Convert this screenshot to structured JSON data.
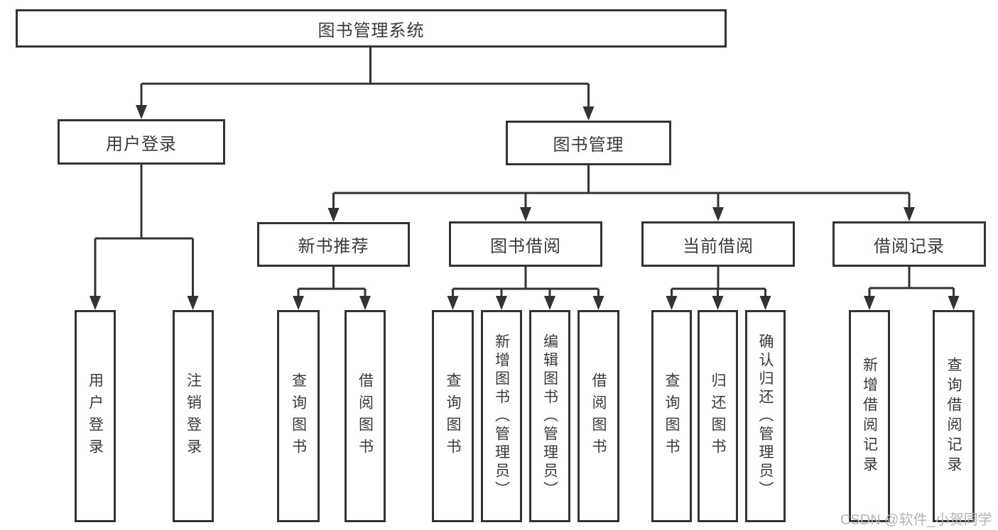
{
  "diagram": {
    "title_node": {
      "label": "图书管理系统"
    },
    "level2": {
      "user_login": {
        "label": "用户登录"
      },
      "book_management": {
        "label": "图书管理"
      }
    },
    "level3": {
      "new_book_recommend": {
        "label": "新书推荐"
      },
      "book_borrow": {
        "label": "图书借阅"
      },
      "current_borrow": {
        "label": "当前借阅"
      },
      "borrow_records": {
        "label": "借阅记录"
      }
    },
    "leaves": {
      "user_login": {
        "label": "用户登录"
      },
      "user_logout": {
        "label": "注销登录"
      },
      "nb_query_books": {
        "label": "查询图书"
      },
      "nb_borrow_books": {
        "label": "借阅图书"
      },
      "bb_query_books": {
        "label": "查询图书"
      },
      "bb_add_books": {
        "label": "新增图书（管理员）"
      },
      "bb_edit_books": {
        "label": "编辑图书（管理员）"
      },
      "bb_borrow_books": {
        "label": "借阅图书"
      },
      "cb_query_books": {
        "label": "查询图书"
      },
      "cb_return_books": {
        "label": "归还图书"
      },
      "cb_confirm_return": {
        "label": "确认归还（管理员）"
      },
      "br_add_record": {
        "label": "新增借阅记录"
      },
      "br_query_record": {
        "label": "查询借阅记录"
      }
    },
    "colors": {
      "line": "#333333",
      "text": "#3a3a3a",
      "watermark": "#b5b5b8",
      "background": "#ffffff"
    },
    "watermark_text": "CSDN @软件_小贺同学"
  }
}
